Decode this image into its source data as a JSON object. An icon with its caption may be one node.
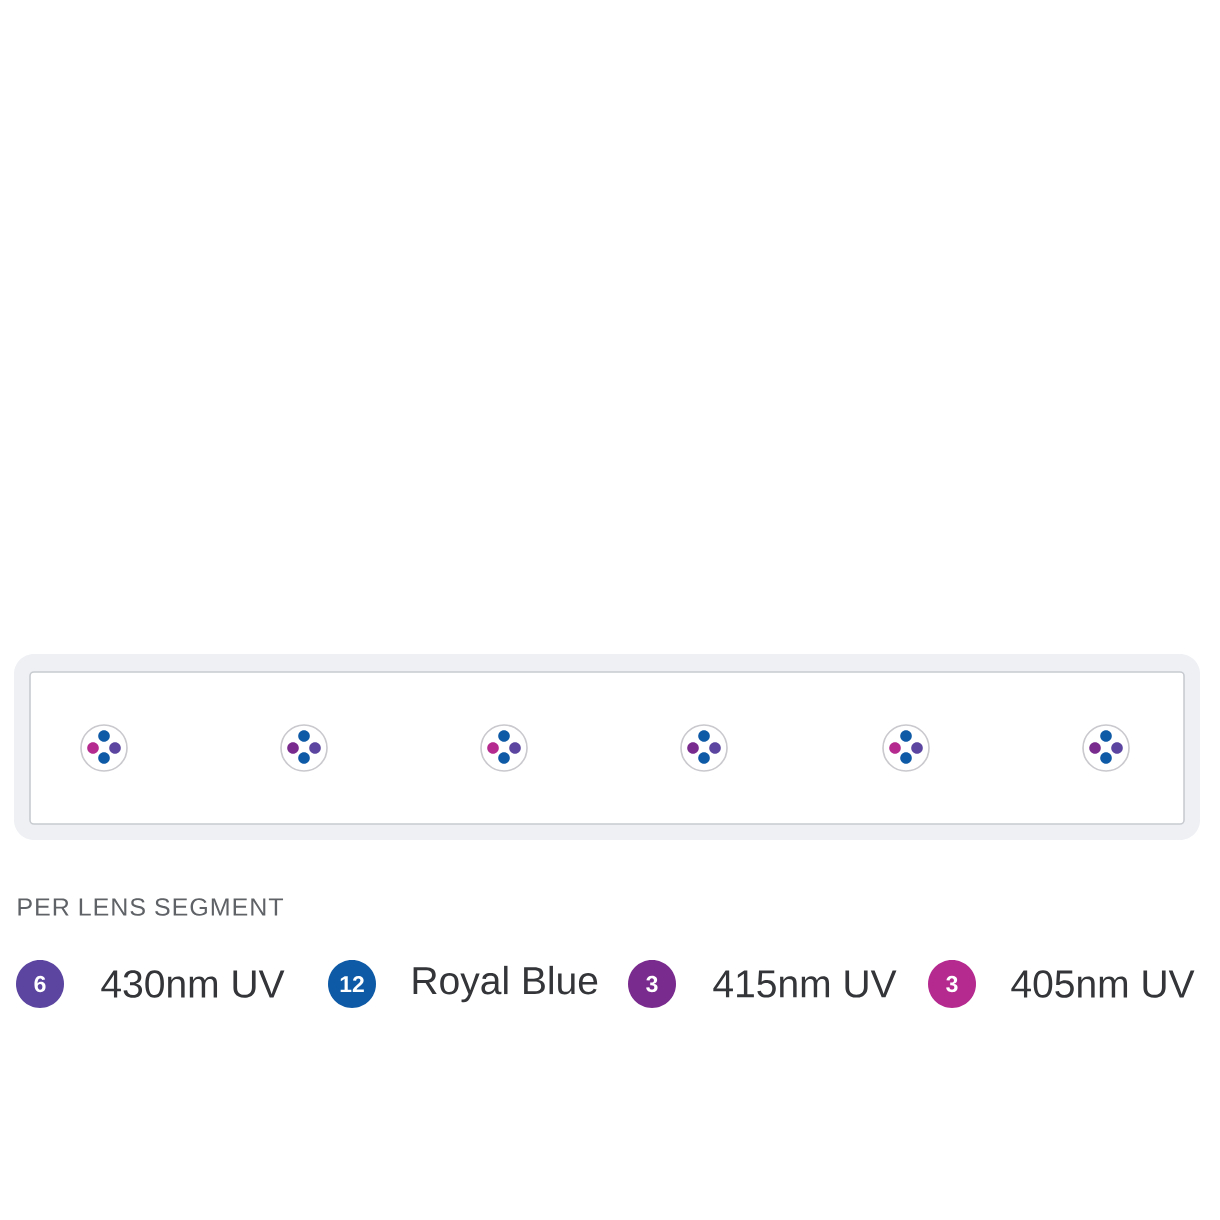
{
  "diagram": {
    "labels": [
      "PER LENS SEGMENT",
      "6",
      "12",
      "3",
      "3"
    ],
    "legend": [
      {
        "text": "430nm UV",
        "color": "#5b45a0"
      },
      {
        "text": "Royal Blue",
        "color": "#0f5aa6"
      },
      {
        "text": "415nm UV",
        "color": "#7a2b8e"
      },
      {
        "text": "405nm UV",
        "color": "#b52a8f"
      }
    ]
  }
}
